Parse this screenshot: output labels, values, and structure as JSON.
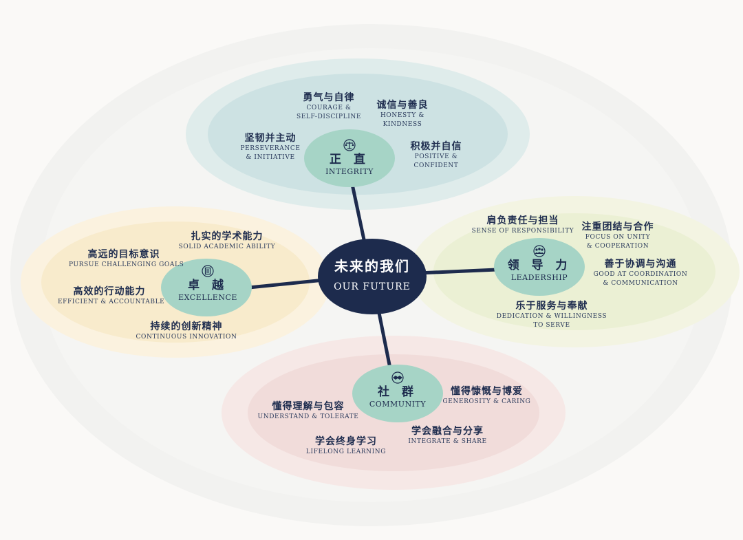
{
  "center": {
    "zh": "未来的我们",
    "en": "OUR FUTURE"
  },
  "integrity": {
    "hub": {
      "zh": "正 直",
      "en": "INTEGRITY"
    },
    "courage": {
      "zh": "勇气与自律",
      "en1": "COURAGE &",
      "en2": "SELF-DISCIPLINE"
    },
    "honesty": {
      "zh": "诚信与善良",
      "en1": "HONESTY &",
      "en2": "KINDNESS"
    },
    "perseverance": {
      "zh": "坚韧并主动",
      "en1": "PERSEVERANCE",
      "en2": "& INITIATIVE"
    },
    "positive": {
      "zh": "积极并自信",
      "en1": "POSITIVE &",
      "en2": "CONFIDENT"
    }
  },
  "leadership": {
    "hub": {
      "zh": "领 导 力",
      "en": "LEADERSHIP"
    },
    "responsibility": {
      "zh": "肩负责任与担当",
      "en1": "SENSE OF RESPONSIBILITY"
    },
    "unity": {
      "zh": "注重团结与合作",
      "en1": "FOCUS ON UNITY",
      "en2": "& COOPERATION"
    },
    "coordination": {
      "zh": "善于协调与沟通",
      "en1": "GOOD AT COORDINATION",
      "en2": "& COMMUNICATION"
    },
    "dedication": {
      "zh": "乐于服务与奉献",
      "en1": "DEDICATION & WILLINGNESS",
      "en2": "TO SERVE"
    }
  },
  "excellence": {
    "hub": {
      "zh": "卓 越",
      "en": "EXCELLENCE"
    },
    "academic": {
      "zh": "扎实的学术能力",
      "en1": "SOLID ACADEMIC ABILITY"
    },
    "goals": {
      "zh": "高远的目标意识",
      "en1": "PURSUE CHALLENGING GOALS"
    },
    "efficient": {
      "zh": "高效的行动能力",
      "en1": "EFFICIENT & ACCOUNTABLE"
    },
    "innovation": {
      "zh": "持续的创新精神",
      "en1": "CONTINUOUS INNOVATION"
    }
  },
  "community": {
    "hub": {
      "zh": "社 群",
      "en": "COMMUNITY"
    },
    "generosity": {
      "zh": "懂得慷慨与博爱",
      "en1": "GENEROSITY & CARING"
    },
    "understand": {
      "zh": "懂得理解与包容",
      "en1": "UNDERSTAND & TOLERATE"
    },
    "integrate": {
      "zh": "学会融合与分享",
      "en1": "INTEGRATE & SHARE"
    },
    "lifelong": {
      "zh": "学会终身学习",
      "en1": "LIFELONG LEARNING"
    }
  },
  "colors": {
    "navy": "#1d2b4d",
    "hub_fill": "#a6d4c6",
    "integrity_outer": "#dfeceb",
    "integrity_inner": "#cde2e3",
    "leadership_outer": "#f3f4e2",
    "leadership_inner": "#ebf0d4",
    "excellence_outer": "#fbf2df",
    "excellence_inner": "#f8ebcc",
    "community_outer": "#f6e8e6",
    "community_inner": "#f1dcda"
  }
}
